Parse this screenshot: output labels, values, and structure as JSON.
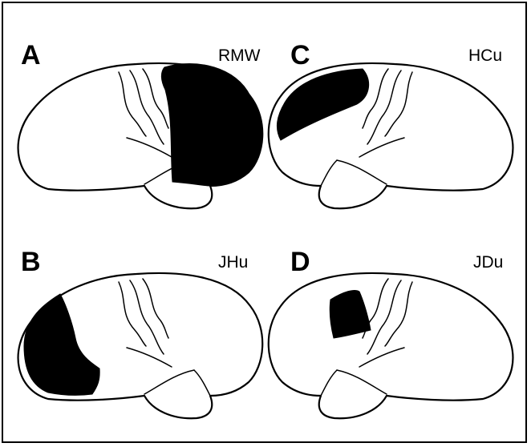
{
  "panels": [
    {
      "id": "A",
      "letter": "A",
      "code": "RMW",
      "hemisphere": "left-facing"
    },
    {
      "id": "B",
      "letter": "B",
      "code": "JHu",
      "hemisphere": "left-facing"
    },
    {
      "id": "C",
      "letter": "C",
      "code": "HCu",
      "hemisphere": "right-facing"
    },
    {
      "id": "D",
      "letter": "D",
      "code": "JDu",
      "hemisphere": "right-facing"
    }
  ],
  "colors": {
    "lesion": "#000000",
    "outline": "#000000",
    "background": "#ffffff"
  }
}
